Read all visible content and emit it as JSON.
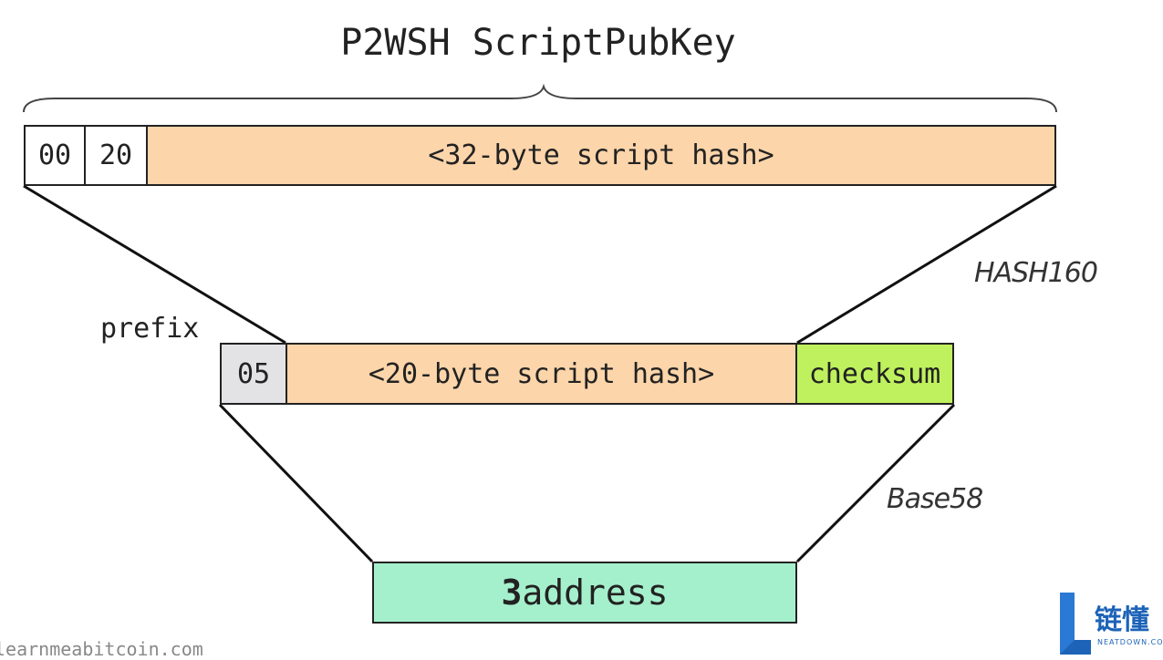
{
  "title": "P2WSH ScriptPubKey",
  "script_pubkey": {
    "byte_0": "00",
    "byte_1": "20",
    "hash": "<32-byte script hash>"
  },
  "hash_label": "HASH160",
  "prefix_label": "prefix",
  "payload": {
    "prefix": "05",
    "hash": "<20-byte script hash>",
    "checksum": "checksum"
  },
  "encoding_label": "Base58",
  "address": {
    "lead": "3",
    "rest": "address"
  },
  "footer": "learnmeabitcoin.com",
  "watermark": {
    "cn": "链懂",
    "en": "NEATDOWN.COM"
  },
  "colors": {
    "hash_fill": "#fcd5aa",
    "prefix_fill": "#e3e3e6",
    "checksum_fill": "#bff15e",
    "address_fill": "#a5f0cc",
    "brand_blue": "#1d63b8"
  }
}
